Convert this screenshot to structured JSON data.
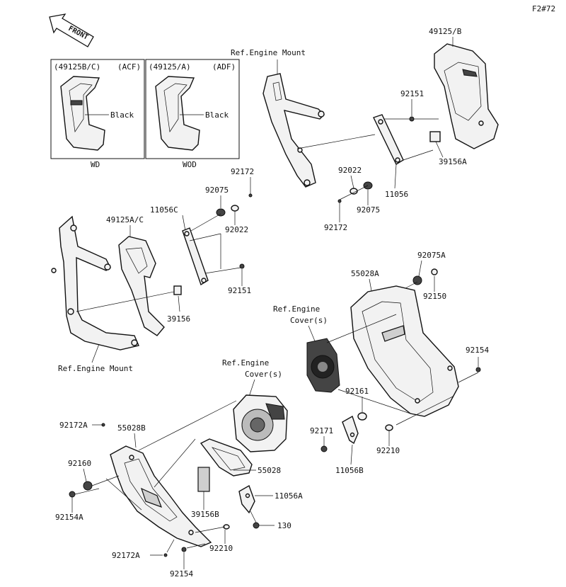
{
  "figure_code": "F2#72",
  "front_label": "FRONT",
  "inset": {
    "left": {
      "part": "(49125B/C)",
      "code": "(ACF)",
      "color": "Black",
      "footer": "WD"
    },
    "right": {
      "part": "(49125/A)",
      "code": "(ADF)",
      "color": "Black",
      "footer": "WOD"
    }
  },
  "refs": {
    "engine_mount_top": "Ref.Engine Mount",
    "engine_mount_left": "Ref.Engine Mount",
    "engine_cover_right_1": "Ref.Engine",
    "engine_cover_right_2": "Cover(s)",
    "engine_cover_bottom_1": "Ref.Engine",
    "engine_cover_bottom_2": "Cover(s)"
  },
  "labels": {
    "p49125B": "49125/B",
    "p92151a": "92151",
    "p39156A": "39156A",
    "p92022a": "92022",
    "p11056": "11056",
    "p92075a": "92075",
    "p92172a": "92172",
    "p92172b": "92172",
    "p92075b": "92075",
    "p11056C": "11056C",
    "p49125AC": "49125A/C",
    "p92022b": "92022",
    "p92151b": "92151",
    "p39156": "39156",
    "p92075A": "92075A",
    "p55028A": "55028A",
    "p92150": "92150",
    "p92154a": "92154",
    "p92161": "92161",
    "p92171": "92171",
    "p92210a": "92210",
    "p11056B": "11056B",
    "p92172A_top": "92172A",
    "p55028B": "55028B",
    "p92160": "92160",
    "p92154A": "92154A",
    "p55028": "55028",
    "p39156B": "39156B",
    "p11056A": "11056A",
    "p130": "130",
    "p92210b": "92210",
    "p92172A_bot": "92172A",
    "p92154b": "92154"
  }
}
